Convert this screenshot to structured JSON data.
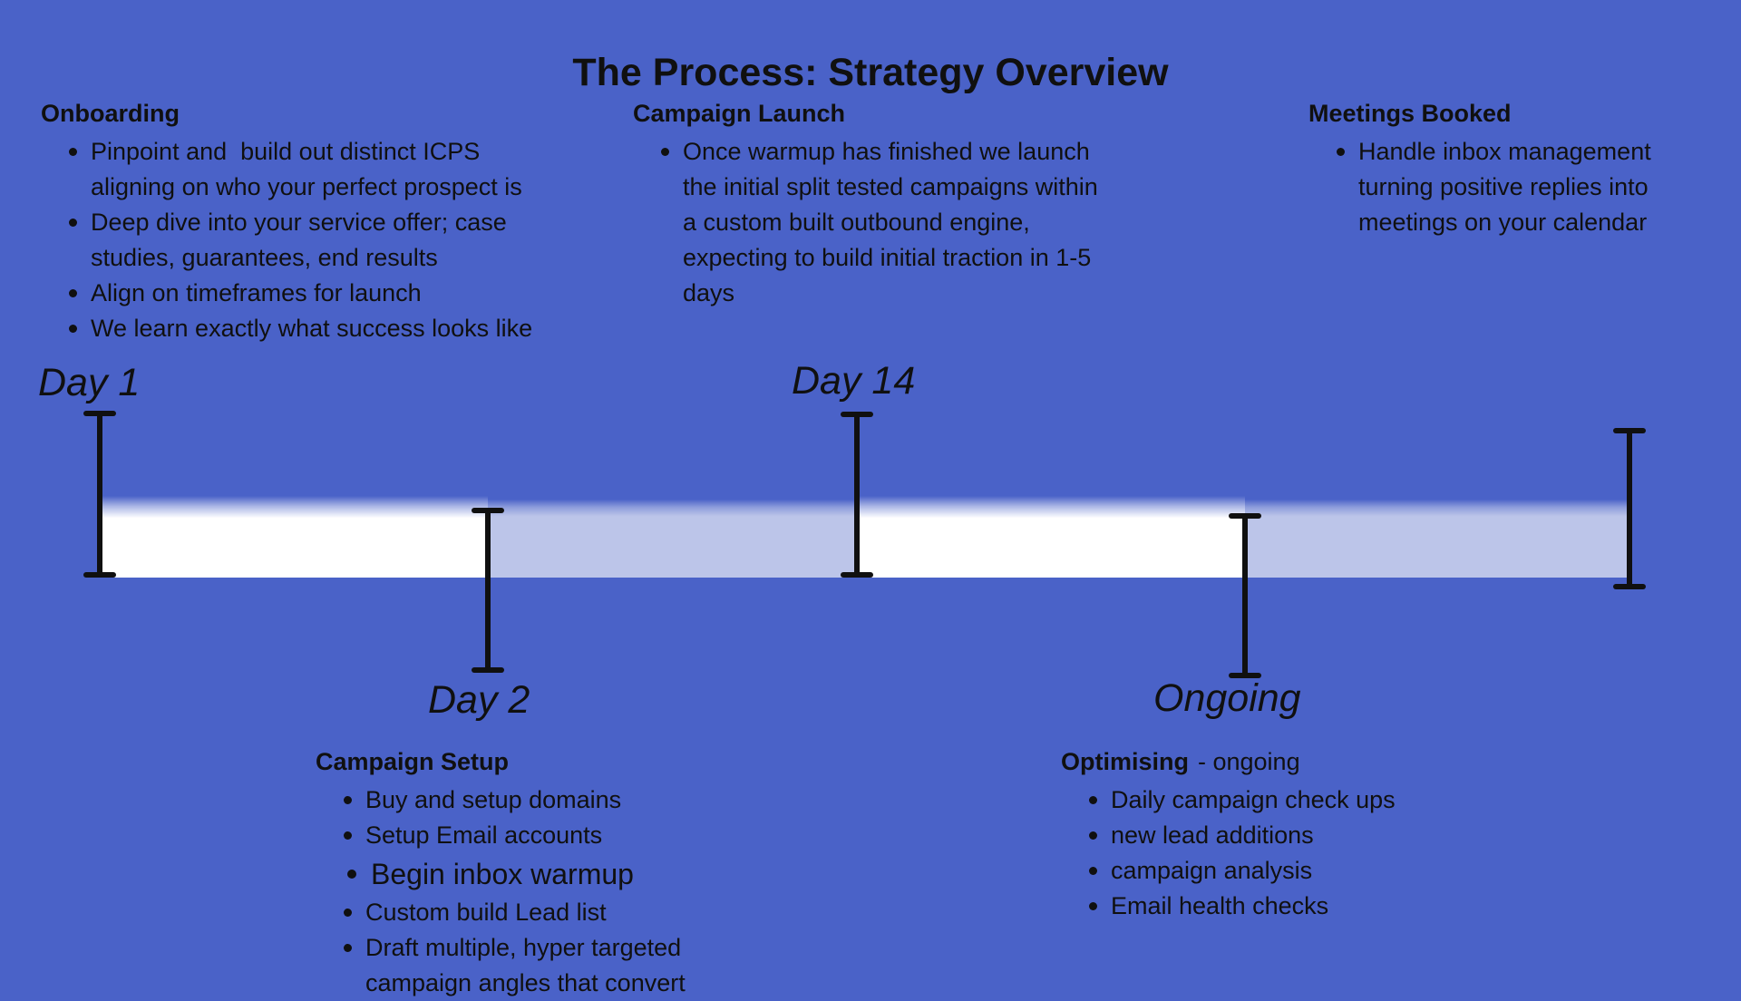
{
  "title": "The Process: Strategy Overview",
  "colors": {
    "background": "#4A62C8",
    "bar_white": "#FFFFFF",
    "bar_light": "#BCC5E9",
    "ink": "#101010"
  },
  "sections": {
    "onboarding": {
      "heading": "Onboarding",
      "items": [
        "Pinpoint and  build out distinct ICPS\naligning on who your perfect prospect is",
        "Deep dive into your service offer; case\nstudies, guarantees, end results",
        "Align on timeframes for launch",
        "We learn exactly what success looks like"
      ]
    },
    "campaign_launch": {
      "heading": "Campaign Launch",
      "items": [
        "Once warmup has finished we launch\nthe initial split tested campaigns within\na custom built outbound engine,\nexpecting to build initial traction in 1-5\ndays"
      ]
    },
    "meetings_booked": {
      "heading": "Meetings Booked",
      "items": [
        "Handle inbox management\nturning positive replies into\nmeetings on your calendar"
      ]
    },
    "campaign_setup": {
      "heading": "Campaign Setup",
      "items": [
        "Buy and setup domains",
        "Setup Email accounts",
        "Begin inbox warmup",
        "Custom build Lead list",
        "Draft multiple, hyper targeted\ncampaign angles that convert"
      ]
    },
    "optimising": {
      "heading_bold": "Optimising",
      "heading_suffix": "- ongoing",
      "items": [
        "Daily campaign check ups",
        "new lead additions",
        "campaign analysis",
        "Email health checks"
      ]
    }
  },
  "timeline": {
    "labels": {
      "day1": "Day 1",
      "day2": "Day 2",
      "day14": "Day 14",
      "ongoing": "Ongoing"
    },
    "segment_styles": [
      "white",
      "light",
      "white",
      "light"
    ]
  }
}
